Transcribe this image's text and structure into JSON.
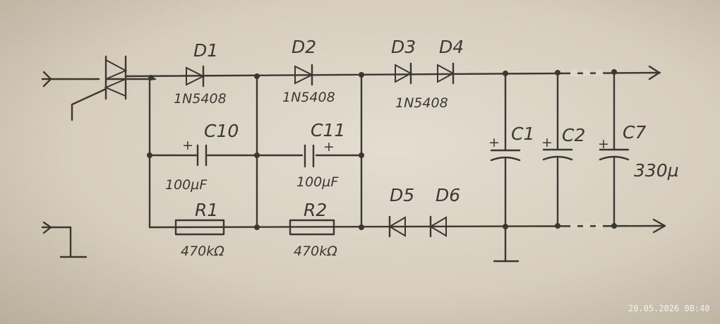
{
  "labels": {
    "d1": "D1",
    "d2": "D2",
    "d3": "D3",
    "d4": "D4",
    "d5": "D5",
    "d6": "D6",
    "d1_part": "1N5408",
    "d2_part": "1N5408",
    "d34_part": "1N5408",
    "c10": "C10",
    "c11": "C11",
    "c10_val": "100µF",
    "c11_val": "100µF",
    "plus1": "+",
    "plus2": "+",
    "plus3": "+",
    "plus4": "+",
    "plus5": "+",
    "c1": "C1",
    "c2": "C2",
    "c7": "C7",
    "c7_val": "330µ",
    "r1": "R1",
    "r2": "R2",
    "r1_val": "470kΩ",
    "r2_val": "470kΩ"
  },
  "timestamp": "20.05.2026  08:40",
  "colors": {
    "ink": "#3a3833",
    "paper": "#e4ddd0"
  }
}
